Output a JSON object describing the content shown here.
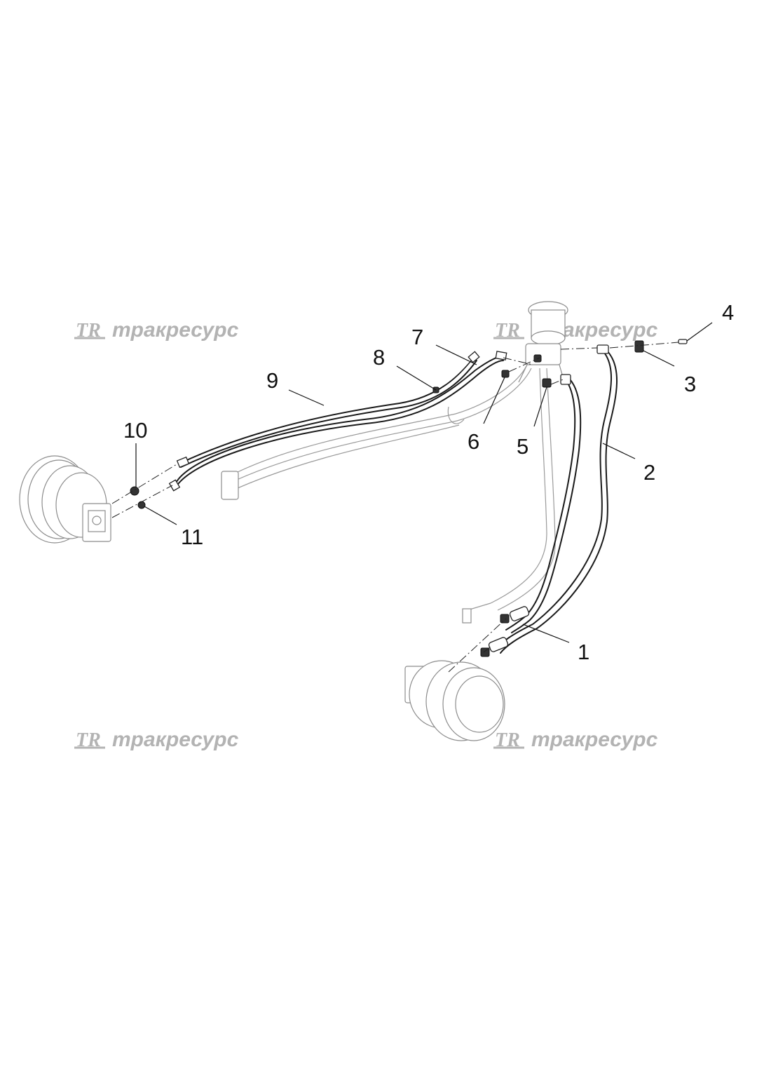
{
  "diagram": {
    "callouts": [
      {
        "id": "1",
        "label": "1"
      },
      {
        "id": "2",
        "label": "2"
      },
      {
        "id": "3",
        "label": "3"
      },
      {
        "id": "4",
        "label": "4"
      },
      {
        "id": "5",
        "label": "5"
      },
      {
        "id": "6",
        "label": "6"
      },
      {
        "id": "7",
        "label": "7"
      },
      {
        "id": "8",
        "label": "8"
      },
      {
        "id": "9",
        "label": "9"
      },
      {
        "id": "10",
        "label": "10"
      },
      {
        "id": "11",
        "label": "11"
      }
    ]
  },
  "watermark": {
    "logo": "TR",
    "text": "тракресурс",
    "color": "#b3b3b3"
  }
}
